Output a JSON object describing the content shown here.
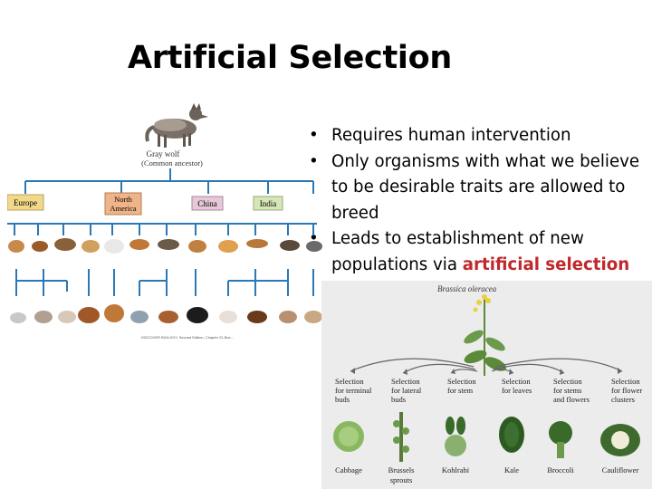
{
  "slide": {
    "title": "Artificial Selection",
    "bullets": {
      "b1": "Requires human intervention",
      "b2": "Only organisms with what we believe to be desirable traits are allowed to breed",
      "b3_prefix": "Leads to establishment of new populations via ",
      "b3_highlight": "artificial selection"
    },
    "bullet_glyph": "•",
    "highlight_color": "#c0282c"
  },
  "dog_tree": {
    "ancestor_line1": "Gray wolf",
    "ancestor_line2": "(Common ancestor)",
    "regions": {
      "europe": "Europe",
      "north_america_1": "North",
      "north_america_2": "America",
      "china": "China",
      "india": "India"
    },
    "region_colors": {
      "europe": "#f2d98a",
      "north_america": "#f0b48a",
      "china": "#e6c8d8",
      "india": "#d6e6b4"
    },
    "line_color": "#2a78b6",
    "source_note": "DISCOVER BIOLOGY, Second Edition, Chapter 21 Box..."
  },
  "brassica": {
    "title": "Brassica oleracea",
    "selections": [
      {
        "l1": "Selection",
        "l2": "for terminal",
        "l3": "buds",
        "product": "Cabbage",
        "product2": ""
      },
      {
        "l1": "Selection",
        "l2": "for lateral",
        "l3": "buds",
        "product": "Brussels",
        "product2": "sprouts"
      },
      {
        "l1": "Selection",
        "l2": "for stem",
        "l3": "",
        "product": "Kohlrabi",
        "product2": ""
      },
      {
        "l1": "Selection",
        "l2": "for leaves",
        "l3": "",
        "product": "Kale",
        "product2": ""
      },
      {
        "l1": "Selection",
        "l2": "for stems",
        "l3": "and flowers",
        "product": "Broccoli",
        "product2": ""
      },
      {
        "l1": "Selection",
        "l2": "for flower",
        "l3": "clusters",
        "product": "Cauliflower",
        "product2": ""
      }
    ]
  }
}
